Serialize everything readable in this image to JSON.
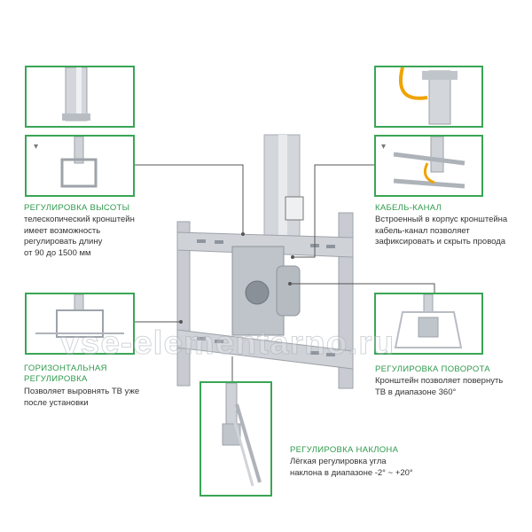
{
  "height": {
    "title": "РЕГУЛИРОВКА ВЫСОТЫ",
    "lines": [
      "телескопический кронштейн",
      "имеет возможность",
      "регулировать длину",
      "от 90 до 1500 мм"
    ]
  },
  "cable": {
    "title": "КАБЕЛЬ-КАНАЛ",
    "lines": [
      "Встроенный в корпус кронштейна",
      "кабель-канал позволяет",
      "зафиксировать и скрыть провода"
    ]
  },
  "horizontal": {
    "title_lines": [
      "ГОРИЗОНТАЛЬНАЯ",
      "РЕГУЛИРОВКА"
    ],
    "lines": [
      "Позволяет выровнять ТВ уже",
      "после установки"
    ]
  },
  "rotation": {
    "title": "РЕГУЛИРОВКА ПОВОРОТА",
    "lines": [
      "Кронштейн позволяет повернуть",
      "ТВ в диапазоне 360°"
    ]
  },
  "tilt": {
    "title": "РЕГУЛИРОВКА НАКЛОНА",
    "lines": [
      "Лёгкая регулировка угла",
      "наклона в диапазоне -2° ~ +20°"
    ]
  },
  "watermark": "vse-elementarno.ru",
  "colors": {
    "accent": "#3aa556",
    "text": "#333333",
    "metal": "#c8ccd2"
  }
}
